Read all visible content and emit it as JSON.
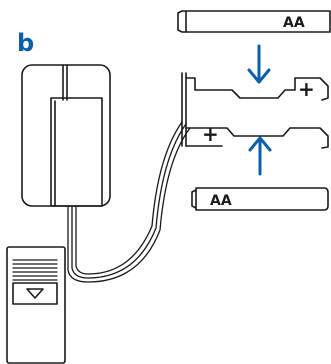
{
  "step_label": "b",
  "colors": {
    "accent": "#0b5fa8",
    "line": "#1a1a1a"
  },
  "batteries": {
    "top_label": "AA",
    "bottom_label": "AA"
  },
  "holder": {
    "top_polarity": "+",
    "bottom_polarity": "+"
  },
  "icons": [
    "arrow-down-icon",
    "arrow-up-icon",
    "triangle-down-icon"
  ]
}
